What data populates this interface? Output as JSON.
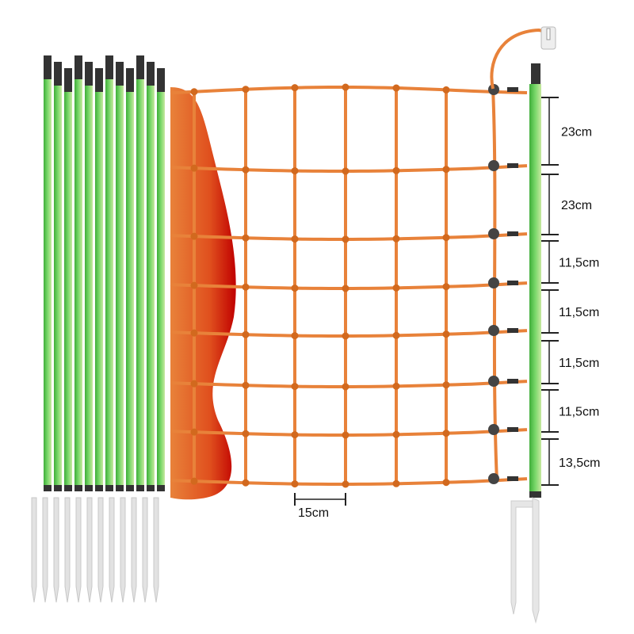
{
  "dimensions": {
    "vertical": [
      "23cm",
      "23cm",
      "11,5cm",
      "11,5cm",
      "11,5cm",
      "11,5cm",
      "13,5cm"
    ],
    "mesh_width": "15cm"
  },
  "colors": {
    "net": "#e8823a",
    "post": "#5cc24a",
    "cap": "#333333",
    "stake": "#dcdcdc",
    "knot": "#d2691e"
  }
}
